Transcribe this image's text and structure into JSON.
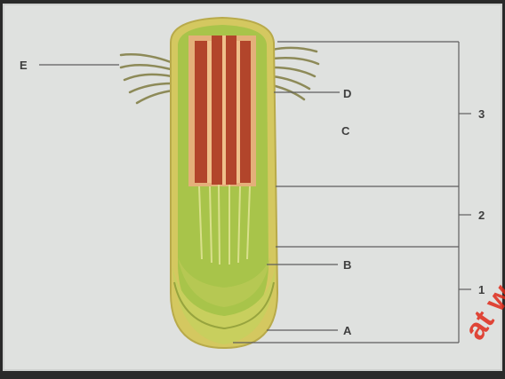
{
  "labels": {
    "A": "A",
    "B": "B",
    "C": "C",
    "D": "D",
    "E": "E",
    "zone1": "1",
    "zone2": "2",
    "zone3": "3"
  },
  "watermark": "at w",
  "colors": {
    "background": "#dfe1df",
    "root_outer": "#d4c860",
    "root_body": "#a8c44a",
    "root_cap": "#c8cf5e",
    "vascular_bands": "#b2452b",
    "vascular_light": "#e4b07a",
    "hairs": "#8d8a58",
    "lines": "#5e5e5e"
  }
}
